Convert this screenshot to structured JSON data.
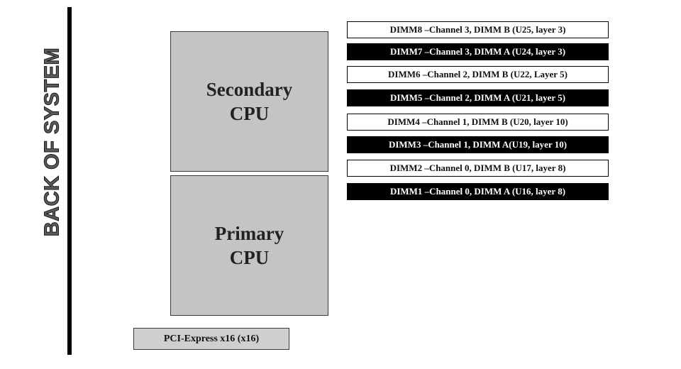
{
  "back_label": "BACK OF SYSTEM",
  "cpus": {
    "secondary": "Secondary\nCPU",
    "primary": "Primary\nCPU"
  },
  "pci_slot": "PCI-Express x16 (x16)",
  "dimms": [
    {
      "label": "DIMM8 –Channel 3, DIMM B (U25, layer 3)",
      "style": "light"
    },
    {
      "label": "DIMM7 –Channel 3, DIMM A (U24, layer 3)",
      "style": "dark"
    },
    {
      "label": "DIMM6 –Channel 2, DIMM B (U22, Layer 5)",
      "style": "light"
    },
    {
      "label": "DIMM5 –Channel 2, DIMM A (U21, layer 5)",
      "style": "dark"
    },
    {
      "label": "DIMM4 –Channel 1, DIMM B (U20, layer 10)",
      "style": "light"
    },
    {
      "label": "DIMM3 –Channel 1, DIMM A(U19, layer 10)",
      "style": "dark"
    },
    {
      "label": "DIMM2 –Channel 0, DIMM B (U17, layer 8)",
      "style": "light"
    },
    {
      "label": "DIMM1 –Channel 0, DIMM A (U16, layer 8)",
      "style": "dark"
    }
  ]
}
